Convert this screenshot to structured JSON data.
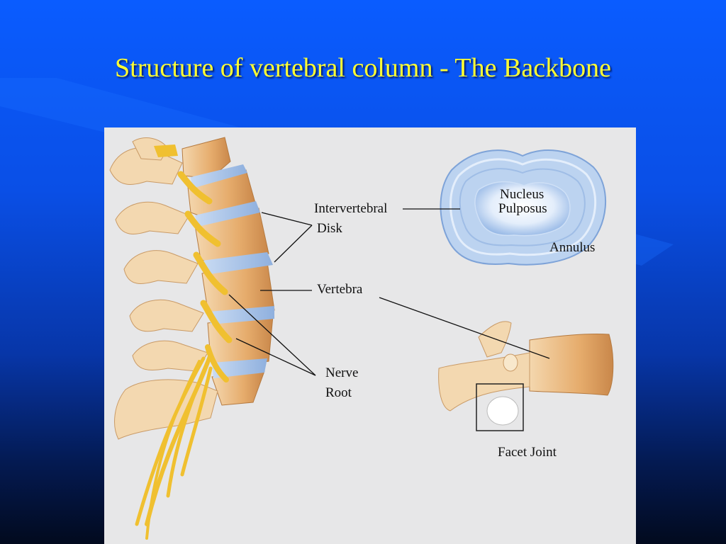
{
  "slide": {
    "title": "Structure of vertebral column - The Backbone"
  },
  "diagram": {
    "labels": {
      "intervertebral": "Intervertebral",
      "disk": "Disk",
      "vertebra": "Vertebra",
      "nerve": "Nerve",
      "root": "Root",
      "nucleus": "Nucleus",
      "pulposus": "Pulposus",
      "annulus": "Annulus",
      "facet_joint": "Facet Joint"
    },
    "colors": {
      "background_top": "#0a5cff",
      "background_bottom": "#020a1e",
      "title": "#ffff33",
      "panel": "#e7e7e8",
      "bone": "#e8b277",
      "bone_light": "#f6dfb8",
      "disk": "#a9c3e6",
      "nerve": "#f0c030"
    }
  }
}
